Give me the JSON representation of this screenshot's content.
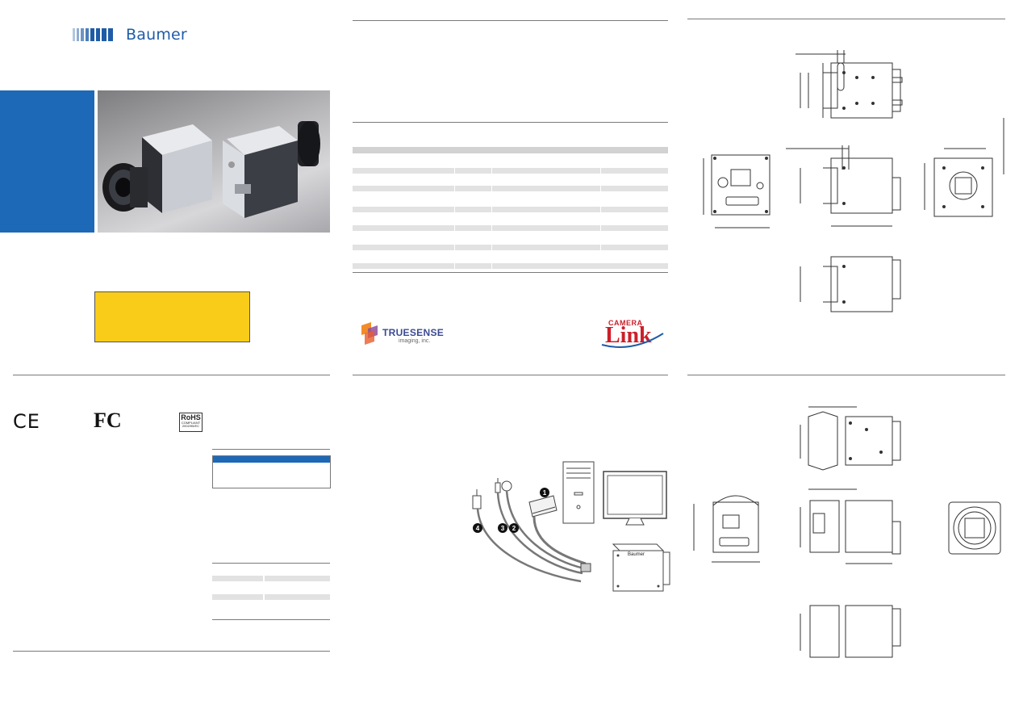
{
  "brand": {
    "name": "Baumer",
    "color": "#1f5ca8"
  },
  "accent": {
    "blue": "#1d69b7",
    "yellow": "#f9cc1a"
  },
  "certifications": {
    "ce": "CE",
    "fcc": "FC",
    "rohs_top": "RoHS",
    "rohs_mid": "COMPLIANT",
    "rohs_bot": "2002/95/EC"
  },
  "partners": {
    "truesense_name": "TRUESENSE",
    "truesense_sub": "imaging, inc.",
    "cameralink_top": "CAMERA",
    "cameralink_main": "Link"
  },
  "connection_numbers": [
    "1",
    "2",
    "3",
    "4"
  ],
  "camera_badge": "Baumer"
}
